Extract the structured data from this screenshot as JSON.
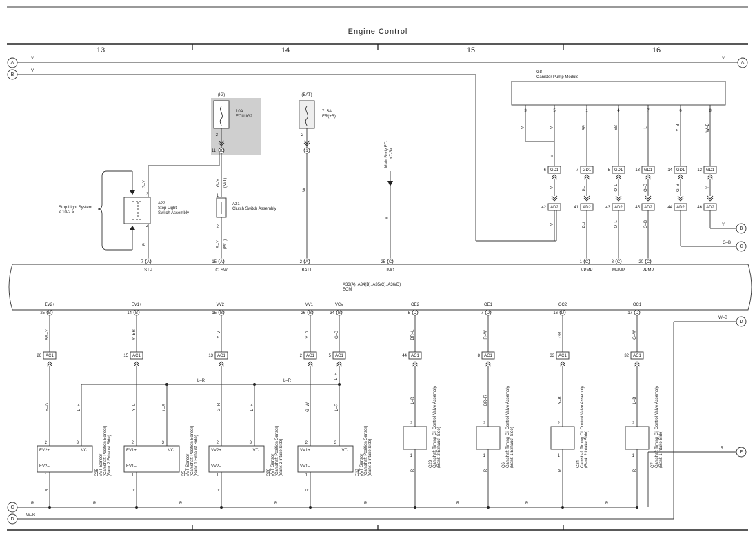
{
  "title": "Engine Control",
  "columns": [
    "13",
    "14",
    "15",
    "16"
  ],
  "bus_letters": [
    "A",
    "B",
    "C",
    "D",
    "E"
  ],
  "bus_colors": {
    "A": "V",
    "B": "V",
    "C": "R",
    "D": "W–B"
  },
  "fuses": [
    {
      "supply": "(IG)",
      "rating": "10A",
      "name": "ECU IG2",
      "pin": "2",
      "conn": "11",
      "conn_mark": "3C"
    },
    {
      "supply": "(BAT)",
      "rating": "7. 5A",
      "name": "ER(+B)",
      "pin": "2",
      "conn_mark": "1"
    }
  ],
  "canister": {
    "id": "G8",
    "name": "Canister Pump Module",
    "pins": [
      "3",
      "5",
      "1",
      "4",
      "7",
      "6",
      "8"
    ],
    "wires_top": [
      "V",
      "V",
      "BR",
      "SB",
      "L",
      "Y–B",
      "W–B"
    ],
    "gd1_pins": [
      "6",
      "7",
      "5",
      "13",
      "14",
      "12"
    ],
    "gd1_label": "GD1",
    "wires_mid": [
      "V",
      "P–L",
      "O–L",
      "O–B",
      "G–B",
      "Y"
    ],
    "ad2_pins": [
      "42",
      "41",
      "43",
      "45",
      "44",
      "46"
    ],
    "ad2_label": "AD2",
    "wires_bot": [
      "V",
      "P–L",
      "O–L",
      "O–B"
    ],
    "side_wires": [
      "V",
      "Y",
      "G–B"
    ]
  },
  "stop_light": {
    "system": "Stop Light System",
    "system_ref": "< 10-2 >",
    "id": "A22",
    "name1": "Stop Light",
    "name2": "Switch Assembly",
    "pins": [
      "3",
      "4"
    ],
    "wire_top": "G–Y",
    "wire_bot": "R"
  },
  "clutch": {
    "id": "A21",
    "name": "Clutch Switch Assembly",
    "pins": [
      "1",
      "2"
    ],
    "wire_top": "G–Y",
    "wire_bot": "R–Y",
    "mt": "(M/T)"
  },
  "batt_wire": "W",
  "body_ecu": {
    "name": "Main Body ECU",
    "ref": "<7-3>",
    "wire": "Y"
  },
  "ecm": {
    "connectors": "A33(A), A34(B), A35(C), A36(D)",
    "name": "ECM",
    "top_pins": [
      {
        "num": "7",
        "conn": "A",
        "label": "STP"
      },
      {
        "num": "15",
        "conn": "A",
        "label": "CLSW"
      },
      {
        "num": "2",
        "conn": "A",
        "label": "BATT"
      },
      {
        "num": "25",
        "conn": "C",
        "label": "IMO"
      },
      {
        "num": "1",
        "conn": "C",
        "label": "VPMP"
      },
      {
        "num": "8",
        "conn": "C",
        "label": "MPMP"
      },
      {
        "num": "20",
        "conn": "C",
        "label": "PPMP"
      }
    ],
    "bot_pins": [
      {
        "num": "25",
        "conn": "B",
        "label": "EV2+"
      },
      {
        "num": "14",
        "conn": "B",
        "label": "EV1+"
      },
      {
        "num": "15",
        "conn": "B",
        "label": "VV2+"
      },
      {
        "num": "26",
        "conn": "B",
        "label": "VV1+"
      },
      {
        "num": "34",
        "conn": "B",
        "label": "VCV"
      },
      {
        "num": "5",
        "conn": "D",
        "label": "OE2"
      },
      {
        "num": "7",
        "conn": "D",
        "label": "OE1"
      },
      {
        "num": "16",
        "conn": "D",
        "label": "OC2"
      },
      {
        "num": "17",
        "conn": "D",
        "label": "OC1"
      }
    ]
  },
  "ac1": {
    "label": "AC1",
    "pins": [
      "26",
      "15",
      "13",
      "2",
      "5",
      "44",
      "8",
      "33",
      "32"
    ],
    "wires_top": [
      "BR–Y",
      "Y–BR",
      "Y–V",
      "Y–P",
      "G–B",
      "BR–L",
      "R–W",
      "GR",
      "G–W"
    ],
    "wires_bot": [
      "Y–G",
      "Y–L",
      "G–R",
      "G–W",
      "L–R",
      "L–R",
      "BR–R",
      "Y–B",
      "L–B"
    ]
  },
  "lr_label": "L–R",
  "vvt_sensors": [
    {
      "id": "C25",
      "title": "VVT Sensor",
      "sub1": "(Camshaft Position Sensor)",
      "sub2": "(Bank 2 Exhaust Side)",
      "pin_p": "EV2+",
      "pin_n": "EV2–",
      "vc": "VC"
    },
    {
      "id": "C5",
      "title": "VVT Sensor",
      "sub1": "(Camshaft Position Sensor)",
      "sub2": "(Bank 1 Exhaust Side)",
      "pin_p": "EV1+",
      "pin_n": "EV1–",
      "vc": "VC"
    },
    {
      "id": "C26",
      "title": "VVT Sensor",
      "sub1": "(Camshaft Position Sensor)",
      "sub2": "(Bank 2 Intake Side)",
      "pin_p": "VV2+",
      "pin_n": "VV2–",
      "vc": "VC"
    },
    {
      "id": "C12",
      "title": "VVT Sensor",
      "sub1": "(Camshaft Position Sensor)",
      "sub2": "(Bank 1 Intake Side)",
      "pin_p": "VV1+",
      "pin_n": "VV1–",
      "vc": "VC"
    }
  ],
  "ocv": [
    {
      "id": "C23",
      "title": "Camshaft Timing Oil Control Valve Assembly",
      "sub": "(Bank 2 Exhaust Side)"
    },
    {
      "id": "C6",
      "title": "Camshaft Timing Oil Control Valve Assembly",
      "sub": "(Bank 1 Exhaust Side)"
    },
    {
      "id": "C24",
      "title": "Camshaft Timing Oil Control Valve Assembly",
      "sub": "(Bank 2 Intake Side)"
    },
    {
      "id": "C7",
      "title": "Camshaft Timing Oil Control Valve Assembly",
      "sub": "(Bank 1 Intake Side)"
    }
  ],
  "pins_12": [
    "1",
    "2",
    "3"
  ],
  "ground_wire": "R"
}
